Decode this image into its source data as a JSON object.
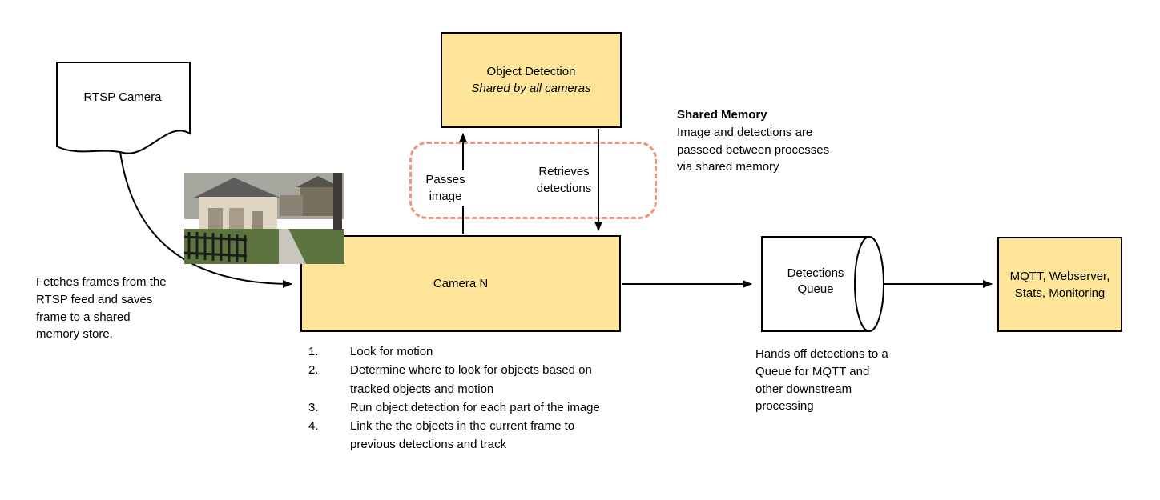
{
  "diagram": {
    "colors": {
      "box_fill": "#ffe599",
      "box_border": "#000000",
      "dashed_border": "#f2937e",
      "line": "#000000",
      "background": "#ffffff"
    },
    "rtsp_camera": {
      "label": "RTSP Camera"
    },
    "object_detection": {
      "title": "Object Detection",
      "subtitle": "Shared by all cameras"
    },
    "shared_memory_note": {
      "title": "Shared Memory",
      "body": "Image and detections are passeed between processes via shared memory"
    },
    "edges": {
      "passes_image": "Passes image",
      "retrieves_detections": "Retrieves detections"
    },
    "camera_n": {
      "label": "Camera N"
    },
    "fetch_note": "Fetches frames from the RTSP feed and saves frame to a shared memory store.",
    "steps": [
      {
        "num": "1.",
        "text": "Look for motion"
      },
      {
        "num": "2.",
        "text": "Determine where to look for objects based on tracked objects and motion"
      },
      {
        "num": "3.",
        "text": "Run object detection for each part of the image"
      },
      {
        "num": "4.",
        "text": "Link the the objects in the current frame to previous detections and track"
      }
    ],
    "detections_queue": {
      "label": "Detections Queue"
    },
    "queue_note": "Hands off detections to a Queue for MQTT and other downstream processing",
    "mqtt": {
      "label": "MQTT, Webserver, Stats, Monitoring"
    }
  }
}
